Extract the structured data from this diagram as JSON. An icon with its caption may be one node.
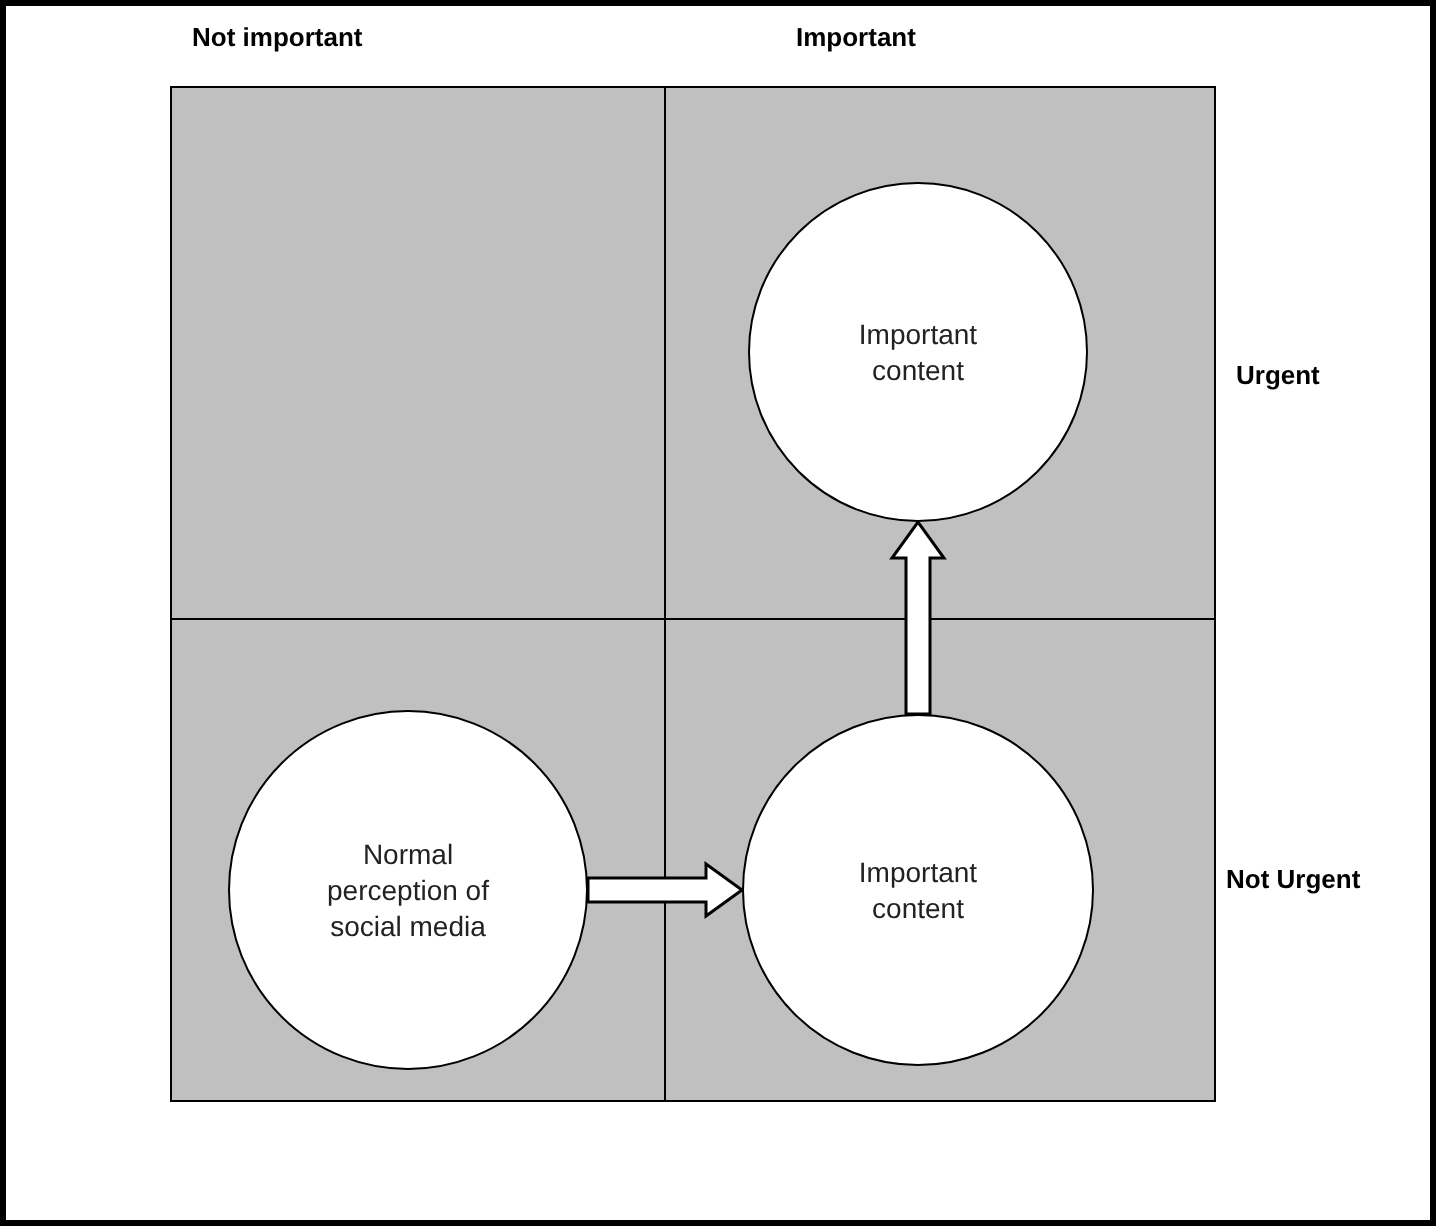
{
  "diagram": {
    "nodes": [
      {
        "text": [],
        "shape": "box"
      },
      {
        "text": [],
        "shape": "box"
      },
      {
        "text": [
          "Important content"
        ],
        "in": 1
      },
      {
        "text": [],
        "shape": "box"
      },
      {
        "text": [
          "Normal perception of social media"
        ],
        "in": 3
      },
      {
        "text": [],
        "shape": "box"
      },
      {
        "text": [
          "Important content"
        ],
        "in": 5
      }
    ],
    "edges": [
      {
        "from": 4,
        "to": 6,
        "arrow": "to",
        "style": "thick"
      },
      {
        "from": 6,
        "to": 2,
        "arrow": "to",
        "style": "thick"
      }
    ],
    "labels": [
      "Not important",
      "Important",
      "Urgent",
      "Not Urgent"
    ]
  }
}
